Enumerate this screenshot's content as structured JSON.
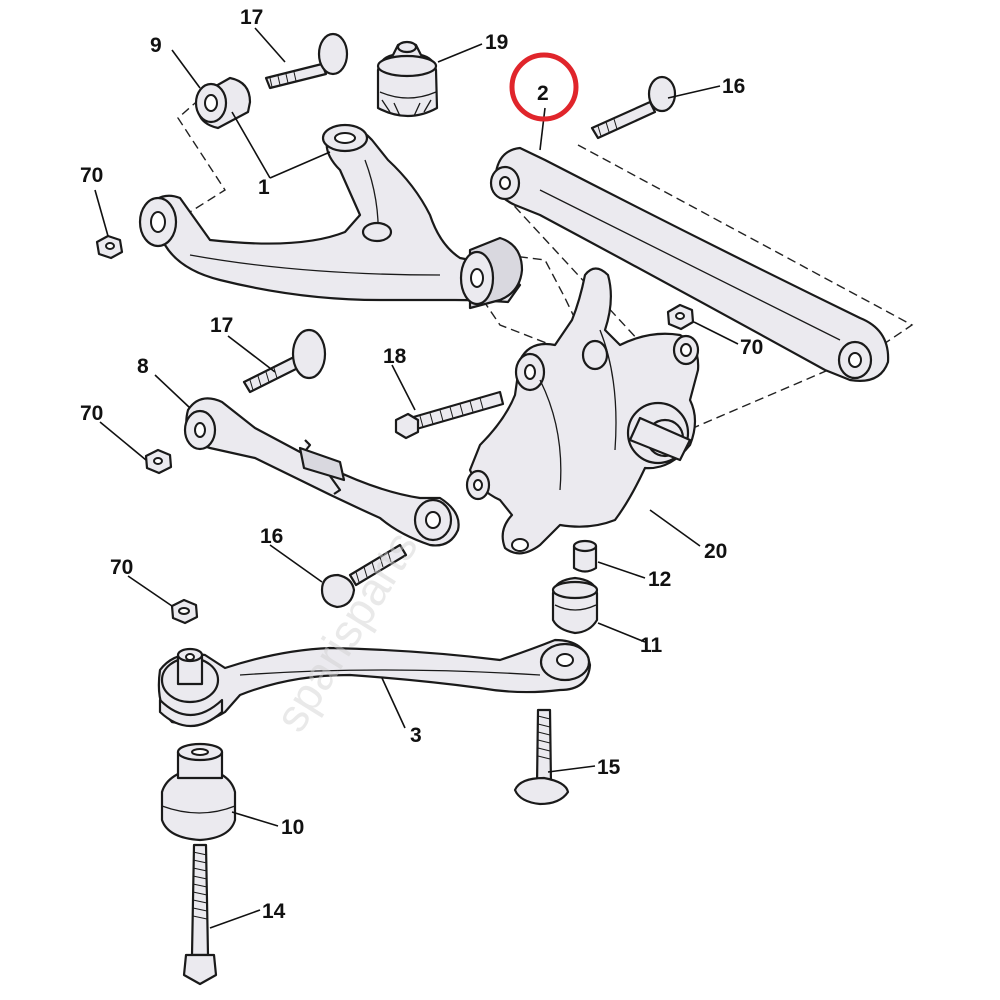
{
  "diagram": {
    "callouts": {
      "c1": "1",
      "c2": "2",
      "c3": "3",
      "c8": "8",
      "c9": "9",
      "c10": "10",
      "c11": "11",
      "c12": "12",
      "c14": "14",
      "c15": "15",
      "c16a": "16",
      "c16b": "16",
      "c17a": "17",
      "c17b": "17",
      "c18": "18",
      "c19": "19",
      "c20": "20",
      "c70a": "70",
      "c70b": "70",
      "c70c": "70",
      "c70d": "70"
    },
    "highlight_color": "#e0252b",
    "highlighted_callout": "2",
    "watermark": "sparisparts"
  }
}
